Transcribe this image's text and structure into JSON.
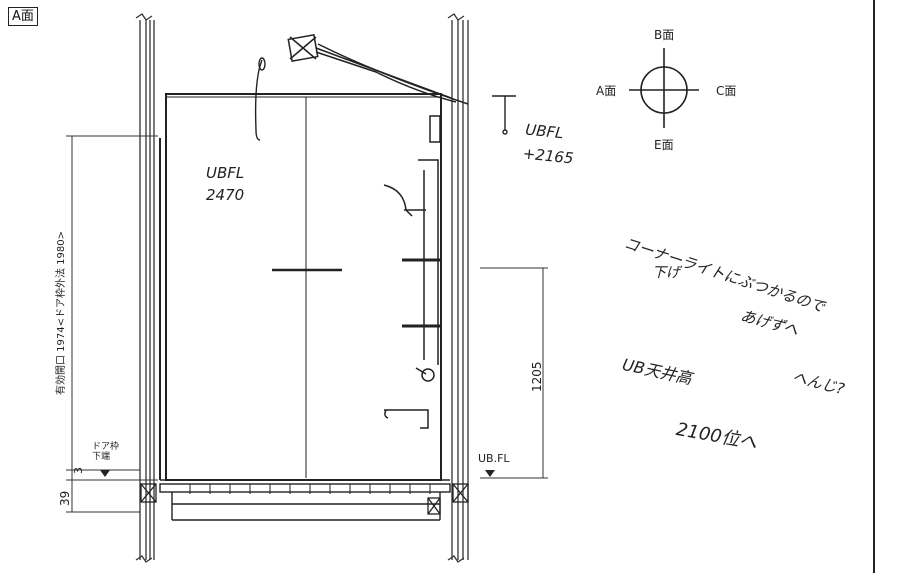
{
  "view_tag": "A面",
  "compass": {
    "top": "B面",
    "left": "A面",
    "right": "C面",
    "bottom": "E面"
  },
  "dimensions": {
    "opening": "有効開口 1974<ドア枠外法 1980>",
    "height_1205": "1205",
    "dim_3": "3",
    "dim_39": "39"
  },
  "labels": {
    "door_frame_bottom": "ドア枠\n下端",
    "ub_fl": "UB.FL"
  },
  "annotations": {
    "ceiling_height": "UBFL\n2470",
    "upper_point": "UBFL\n+2165",
    "note_line1": "コーナーライトにぶつかるので",
    "note_line2": "下げ",
    "note_line3": "あげずへ",
    "note_line4": "へんじ?",
    "note_line5": "UB天井高",
    "note_line6": "2100位へ"
  }
}
